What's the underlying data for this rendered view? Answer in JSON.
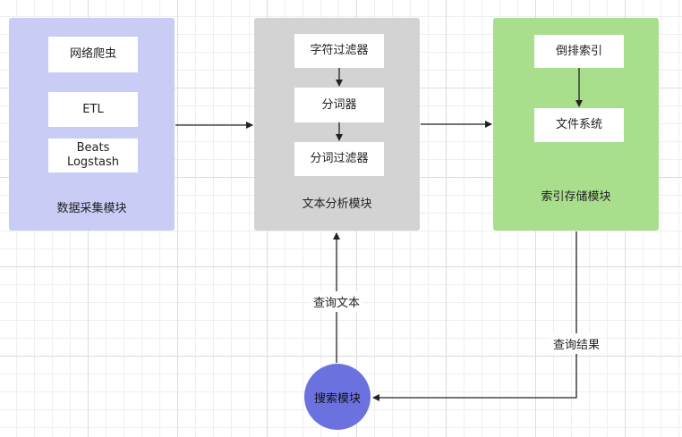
{
  "modules": {
    "collect": {
      "label": "数据采集模块",
      "color": "#c9cdf6",
      "items": [
        "网络爬虫",
        "ETL",
        "Beats\nLogstash"
      ]
    },
    "text": {
      "label": "文本分析模块",
      "color": "#d3d3d3",
      "items": [
        "字符过滤器",
        "分词器",
        "分词过滤器"
      ]
    },
    "index": {
      "label": "索引存储模块",
      "color": "#a9de8d",
      "items": [
        "倒排索引",
        "文件系统"
      ]
    },
    "search": {
      "label": "搜索模块",
      "color": "#6b72e0"
    }
  },
  "edges": {
    "query_text": "查询文本",
    "query_result": "查询结果"
  }
}
